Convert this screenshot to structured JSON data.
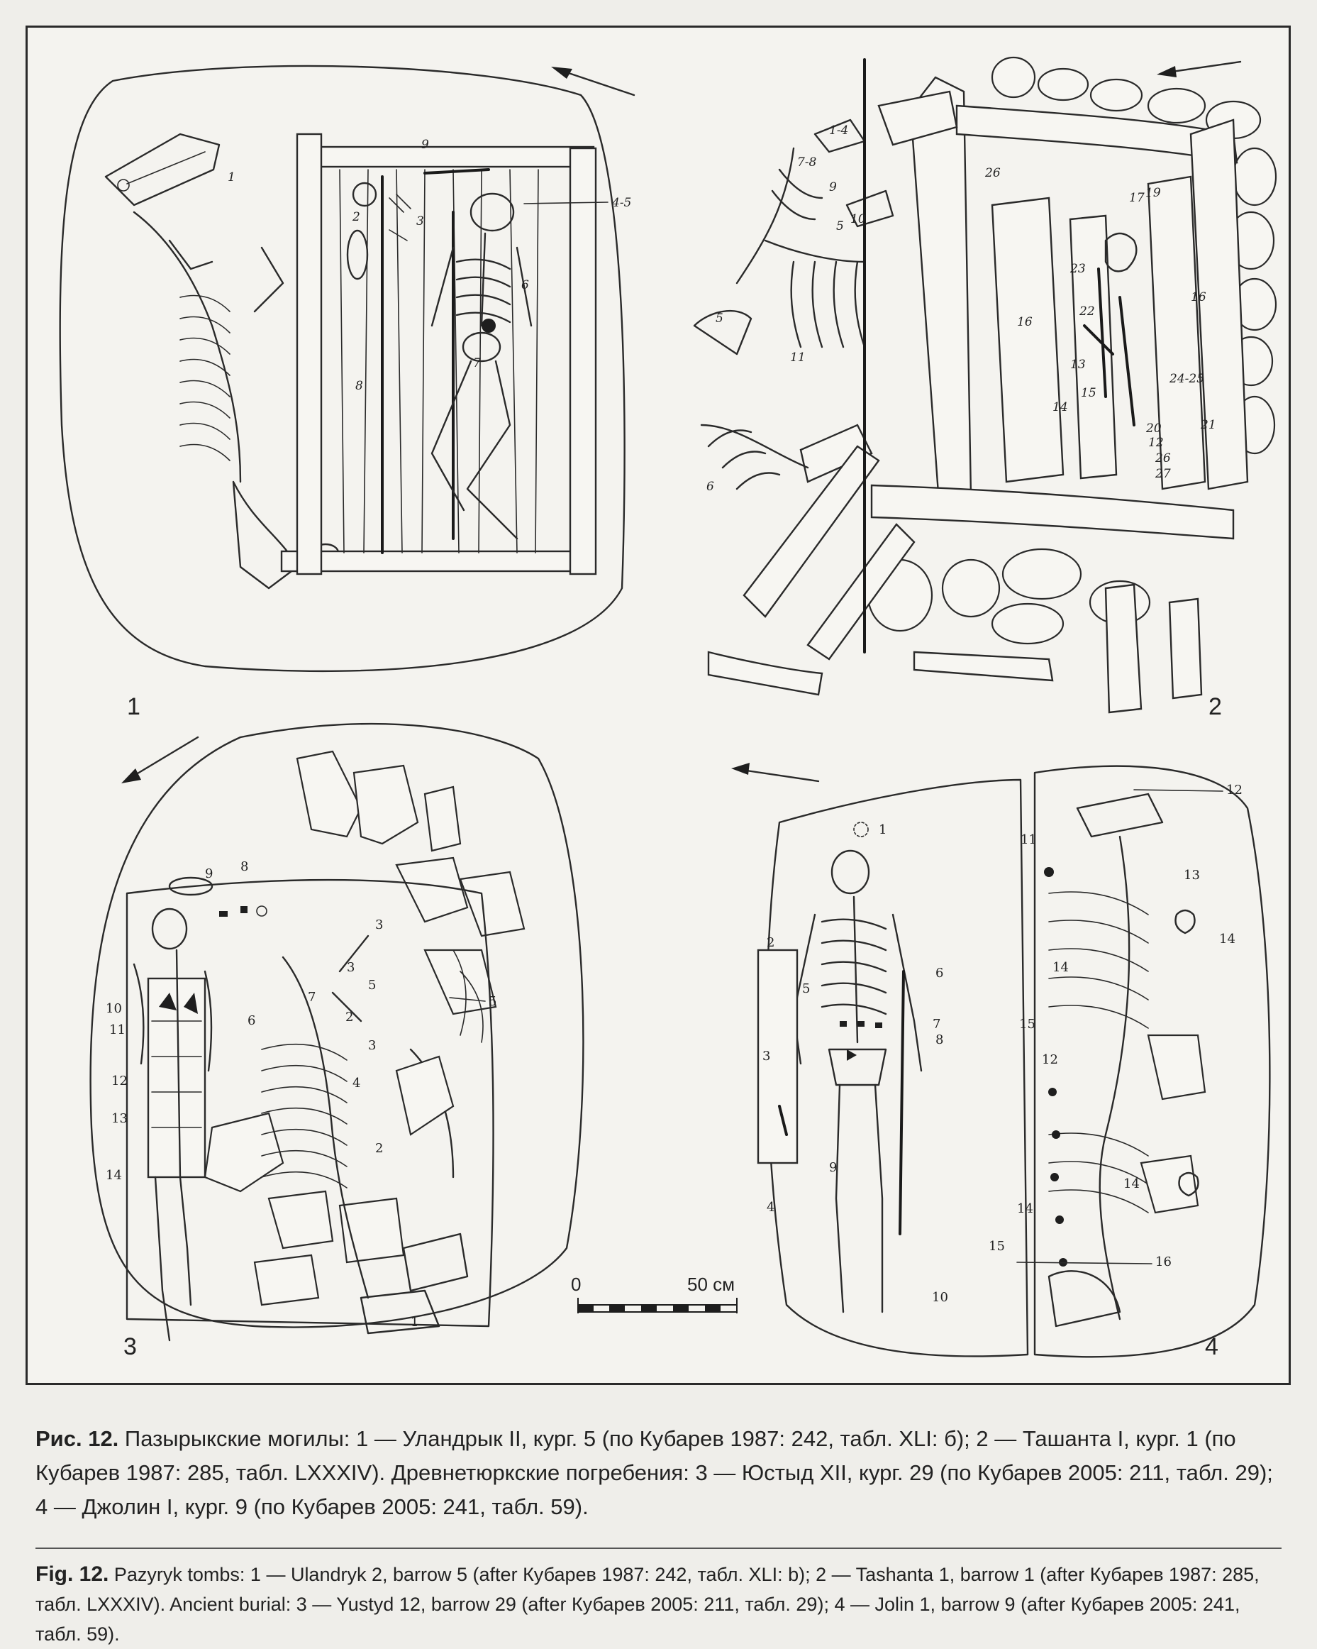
{
  "figure": {
    "panels": [
      {
        "number": "1",
        "labels": [
          "1",
          "2",
          "3",
          "4-5",
          "6",
          "7",
          "8",
          "9"
        ]
      },
      {
        "number": "2",
        "labels": [
          "1-4",
          "5",
          "6",
          "7-8",
          "9",
          "10",
          "11",
          "12",
          "13",
          "14",
          "15",
          "16",
          "16",
          "17",
          "19",
          "20",
          "21",
          "22",
          "23",
          "24-25",
          "26",
          "26",
          "27",
          "5"
        ]
      },
      {
        "number": "3",
        "labels": [
          "1",
          "2",
          "2",
          "3",
          "3",
          "3",
          "4",
          "5",
          "5",
          "6",
          "7",
          "8",
          "9",
          "10",
          "11",
          "12",
          "13",
          "14"
        ]
      },
      {
        "number": "4",
        "labels": [
          "1",
          "2",
          "3",
          "4",
          "5",
          "6",
          "7",
          "8",
          "9",
          "10",
          "11",
          "12",
          "12",
          "13",
          "14",
          "14",
          "14",
          "14",
          "15",
          "15",
          "16"
        ]
      }
    ],
    "scale": {
      "start": "0",
      "end": "50 см"
    }
  },
  "captions": {
    "ru": {
      "fig_label": "Рис. 12.",
      "text": "Пазырыкские могилы: 1 — Уландрык II, кург. 5 (по Кубарев 1987: 242, табл. XLI: б); 2 — Ташанта I, кург. 1 (по Кубарев 1987: 285, табл. LXXXIV). Древнетюркские погребения: 3 — Юстыд XII, кург. 29 (по Кубарев 2005: 211, табл. 29); 4 — Джолин I, кург. 9 (по Кубарев 2005: 241, табл. 59)."
    },
    "en": {
      "fig_label": "Fig. 12.",
      "text": "Pazyryk tombs: 1 — Ulandryk 2, barrow 5 (after Кубарев 1987: 242, табл. XLI: b); 2 — Tashanta 1, barrow 1 (after Кубарев 1987: 285, табл. LXXXIV). Ancient burial: 3 — Yustyd 12, barrow 29 (after Кубарев 2005: 211, табл. 29); 4 — Jolin 1, barrow 9 (after Кубарев 2005: 241, табл. 59)."
    }
  }
}
